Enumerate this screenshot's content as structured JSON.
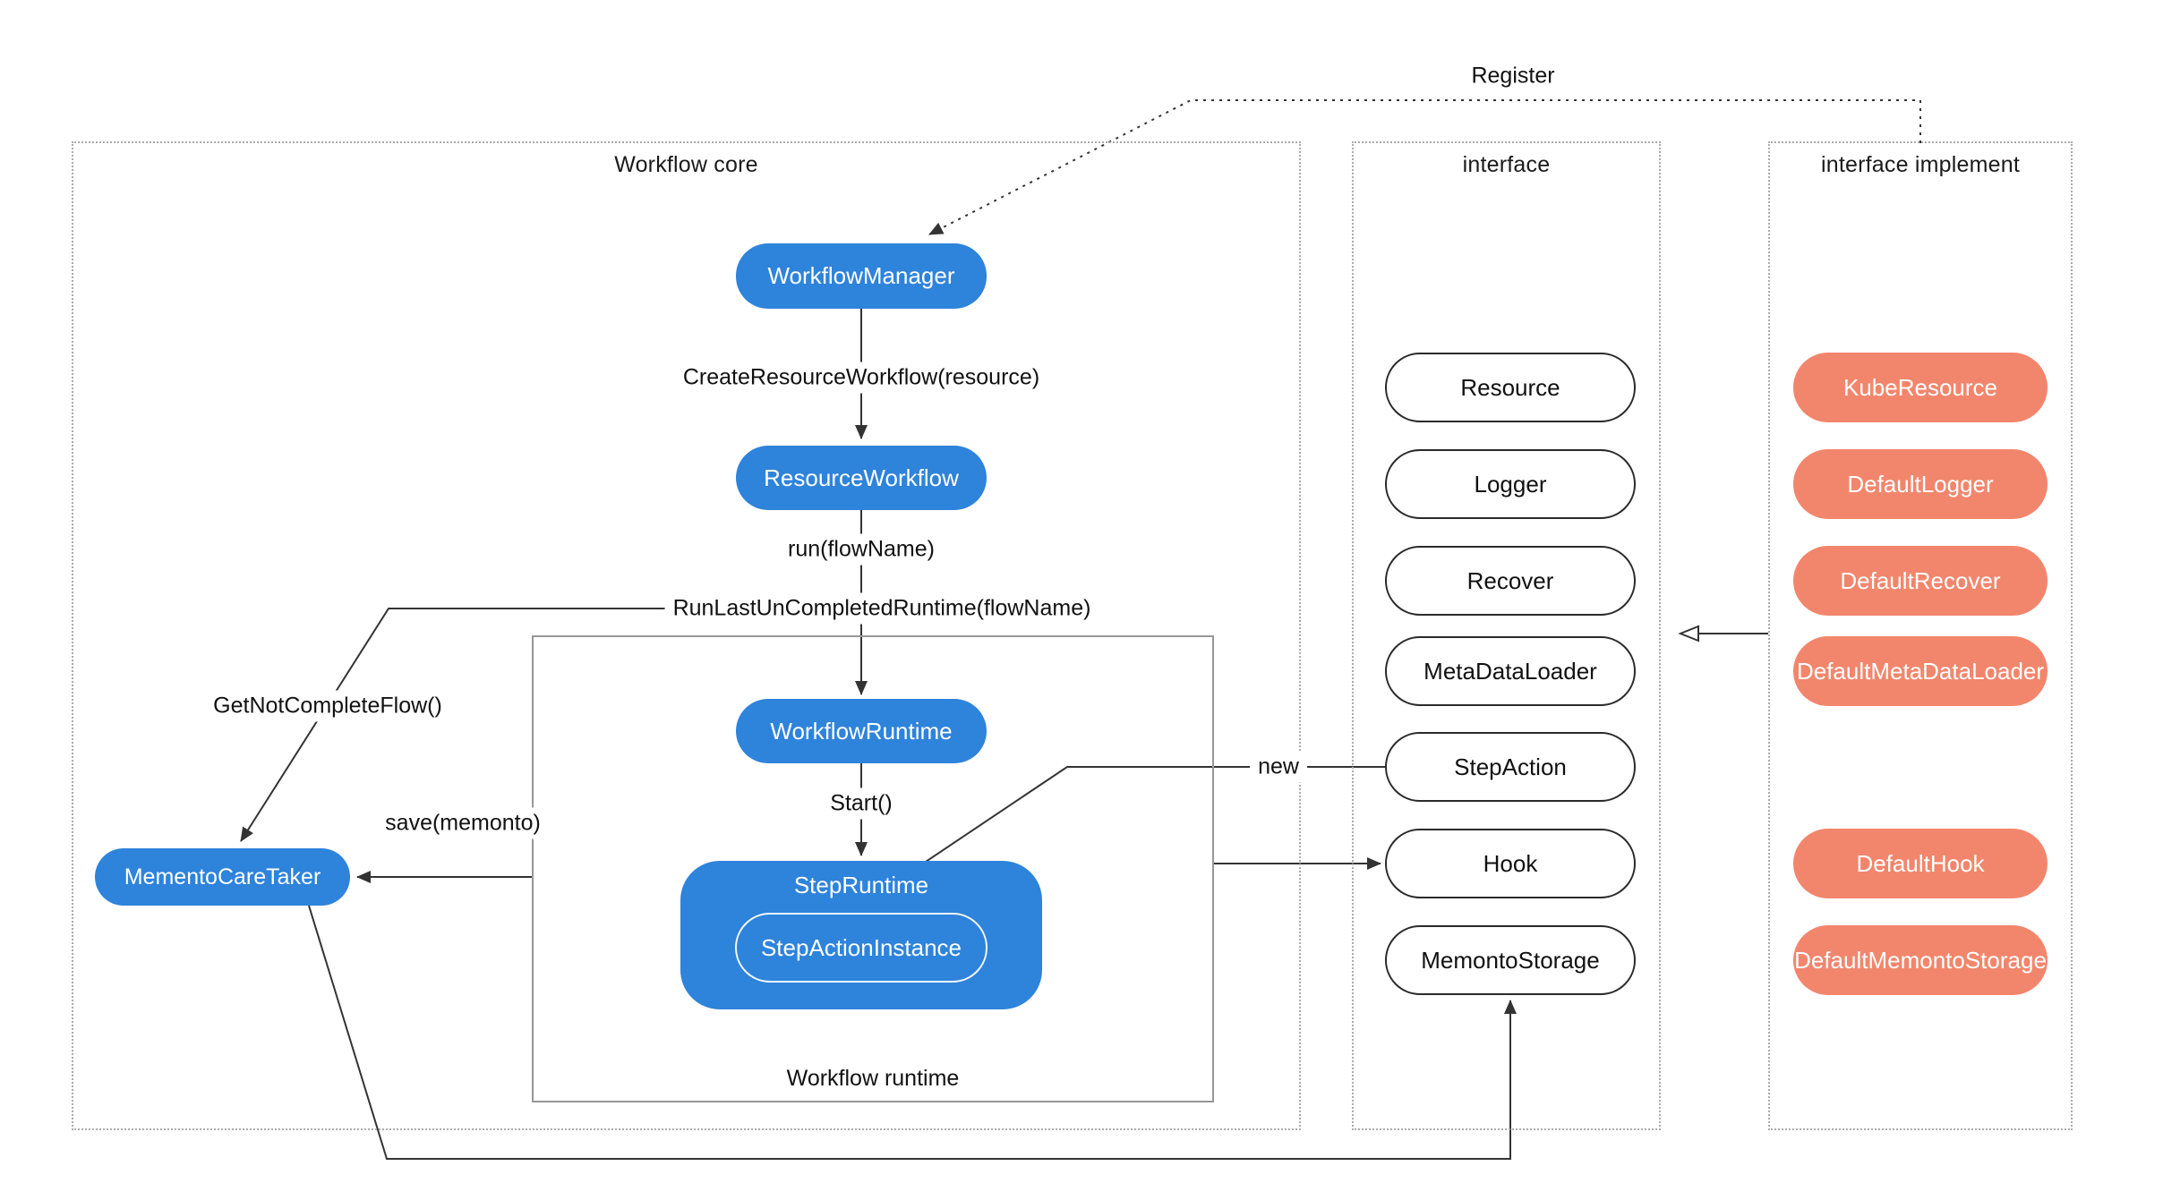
{
  "groups": {
    "core": {
      "title": "Workflow core"
    },
    "runtime": {
      "title": "Workflow runtime"
    },
    "interface": {
      "title": "interface"
    },
    "implement": {
      "title": "interface implement"
    }
  },
  "nodes": {
    "workflow_manager": {
      "label": "WorkflowManager"
    },
    "resource_workflow": {
      "label": "ResourceWorkflow"
    },
    "workflow_runtime": {
      "label": "WorkflowRuntime"
    },
    "step_runtime": {
      "label": "StepRuntime"
    },
    "step_action_instance": {
      "label": "StepActionInstance"
    },
    "memento_care_taker": {
      "label": "MementoCareTaker"
    }
  },
  "interface_items": [
    {
      "label": "Resource"
    },
    {
      "label": "Logger"
    },
    {
      "label": "Recover"
    },
    {
      "label": "MetaDataLoader"
    },
    {
      "label": "StepAction"
    },
    {
      "label": "Hook"
    },
    {
      "label": "MemontoStorage"
    }
  ],
  "implement_items": [
    {
      "label": "KubeResource"
    },
    {
      "label": "DefaultLogger"
    },
    {
      "label": "DefaultRecover"
    },
    {
      "label": "DefaultMetaDataLoader"
    },
    {
      "label": "DefaultHook"
    },
    {
      "label": "DefaultMemontoStorage"
    }
  ],
  "edge_labels": {
    "register": "Register",
    "create_resource_workflow": "CreateResourceWorkflow(resource)",
    "run": "run(flowName)",
    "run_last_uncompleted": "RunLastUnCompletedRuntime(flowName)",
    "get_not_complete_flow": "GetNotCompleteFlow()",
    "save_memonto": "save(memonto)",
    "start": "Start()",
    "new": "new"
  },
  "colors": {
    "node_blue": "#2E83DB",
    "implement_salmon": "#F2866C",
    "line": "#333333",
    "dashed_border": "#ababab"
  }
}
